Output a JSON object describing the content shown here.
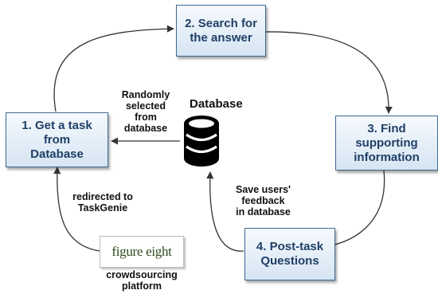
{
  "nodes": {
    "get_task": "1. Get a task\nfrom\nDatabase",
    "search": "2. Search for\nthe answer",
    "find_info": "3. Find\nsupporting\ninformation",
    "post_task": "4. Post-task\nQuestions"
  },
  "database_label": "Database",
  "labels": {
    "randomly": "Randomly\nselected\nfrom\ndatabase",
    "redirected": "redirected to\nTaskGenie",
    "save_feedback": "Save users'\nfeedback\nin database",
    "crowdsourcing": "crowdsourcing\nplatform"
  },
  "logo_text": "figure eight",
  "colors": {
    "box_border": "#3e6a92",
    "box_text": "#1f3f66",
    "arrow": "#333333"
  }
}
